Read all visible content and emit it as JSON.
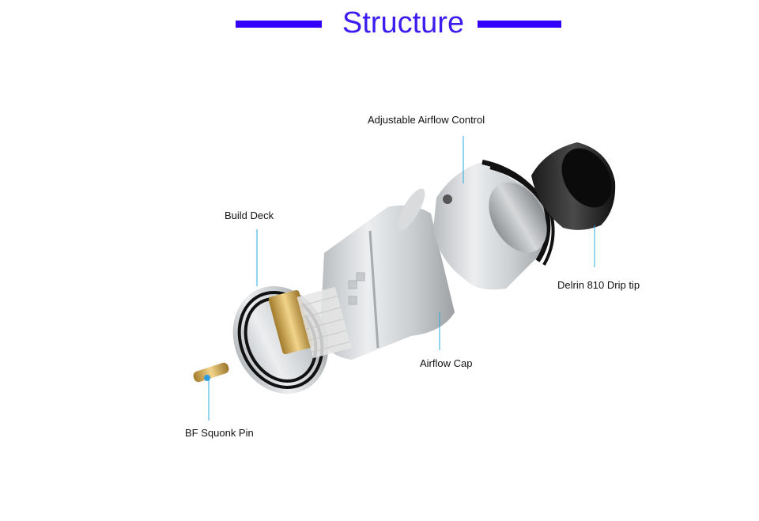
{
  "title": "Structure",
  "labels": {
    "adjustable_airflow_control": "Adjustable Airflow Control",
    "build_deck": "Build Deck",
    "drip_tip": "Delrin 810 Drip tip",
    "airflow_cap": "Airflow Cap",
    "squonk_pin": "BF Squonk Pin"
  },
  "colors": {
    "title": "#3b1df0",
    "title_bars": "#3300ff",
    "leader_lines": "#29a8e0"
  }
}
